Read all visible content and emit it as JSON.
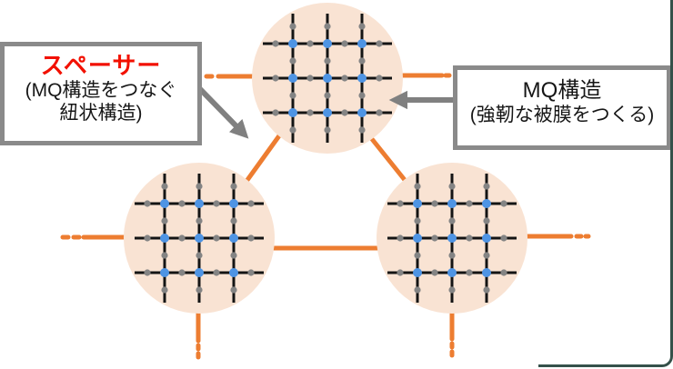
{
  "labels": {
    "spacer": {
      "title": "スペーサー",
      "desc_line1": "(MQ構造をつなぐ",
      "desc_line2": "紐状構造)",
      "title_color": "#f21000"
    },
    "mq": {
      "title": "MQ構造",
      "desc": "(強靭な被膜をつくる)"
    }
  },
  "colors": {
    "cluster_fill": "#F9E3D3",
    "bond": "#141414",
    "node_blue": "#4e94e4",
    "node_gray": "#848484",
    "connector": "#ED7D31",
    "arrow": "#808080",
    "box_border": "#8a8a8a",
    "slide_edge": "#35514a"
  }
}
